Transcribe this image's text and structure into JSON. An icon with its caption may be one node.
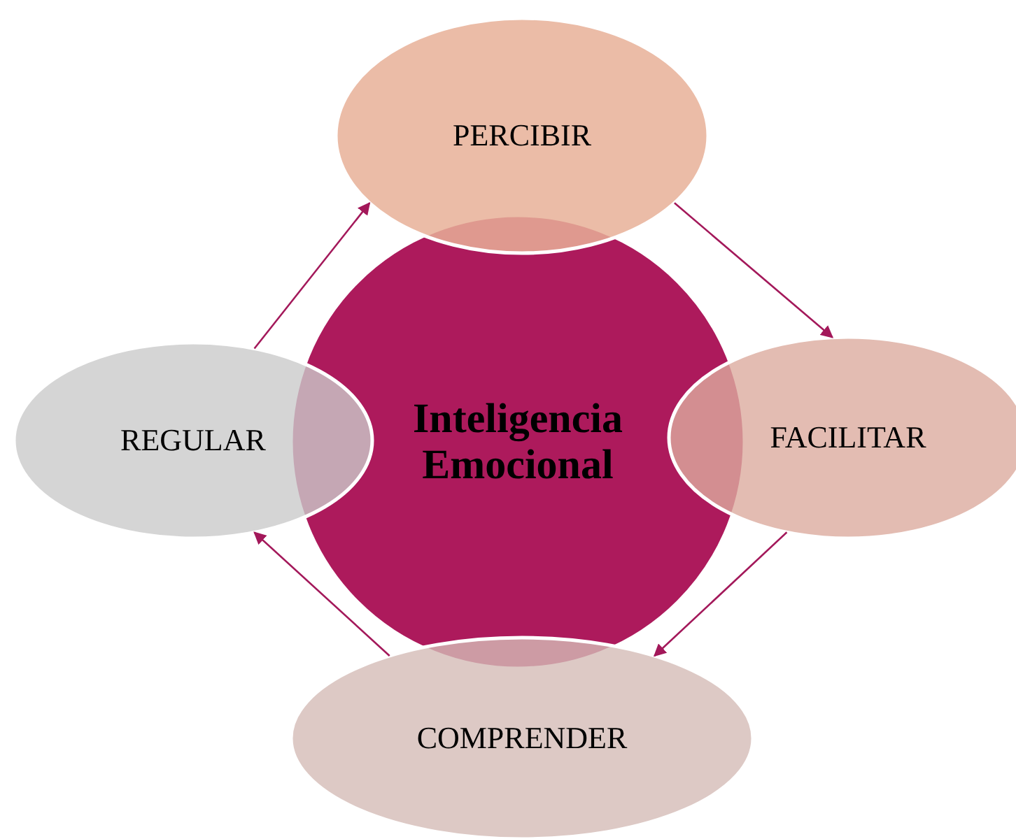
{
  "diagram": {
    "nodes": [
      {
        "text": [
          "Inteligencia Emocional"
        ]
      },
      {
        "text": [
          "PERCIBIR"
        ]
      },
      {
        "text": [
          "FACILITAR"
        ]
      },
      {
        "text": [
          "COMPRENDER"
        ]
      },
      {
        "text": [
          "REGULAR"
        ]
      }
    ],
    "edges": [
      {
        "from": 1,
        "to": 2,
        "arrow": "to"
      },
      {
        "from": 2,
        "to": 3,
        "arrow": "to"
      },
      {
        "from": 3,
        "to": 4,
        "arrow": "to"
      },
      {
        "from": 4,
        "to": 1,
        "arrow": "to"
      }
    ]
  }
}
